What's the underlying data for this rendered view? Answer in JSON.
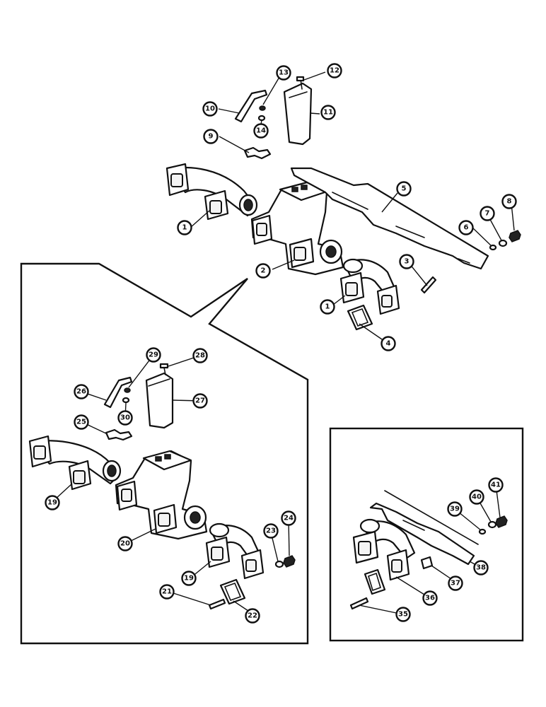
{
  "callouts": [
    {
      "id": "c1a",
      "number": "1"
    },
    {
      "id": "c1b",
      "number": "1"
    },
    {
      "id": "c2",
      "number": "2"
    },
    {
      "id": "c3",
      "number": "3"
    },
    {
      "id": "c4",
      "number": "4"
    },
    {
      "id": "c5",
      "number": "5"
    },
    {
      "id": "c6",
      "number": "6"
    },
    {
      "id": "c7",
      "number": "7"
    },
    {
      "id": "c8",
      "number": "8"
    },
    {
      "id": "c9",
      "number": "9"
    },
    {
      "id": "c10",
      "number": "10"
    },
    {
      "id": "c11",
      "number": "11"
    },
    {
      "id": "c12",
      "number": "12"
    },
    {
      "id": "c13",
      "number": "13"
    },
    {
      "id": "c14",
      "number": "14"
    },
    {
      "id": "c19a",
      "number": "19"
    },
    {
      "id": "c19b",
      "number": "19"
    },
    {
      "id": "c20",
      "number": "20"
    },
    {
      "id": "c21",
      "number": "21"
    },
    {
      "id": "c22",
      "number": "22"
    },
    {
      "id": "c23",
      "number": "23"
    },
    {
      "id": "c24",
      "number": "24"
    },
    {
      "id": "c25",
      "number": "25"
    },
    {
      "id": "c26",
      "number": "26"
    },
    {
      "id": "c27",
      "number": "27"
    },
    {
      "id": "c28",
      "number": "28"
    },
    {
      "id": "c29",
      "number": "29"
    },
    {
      "id": "c30",
      "number": "30"
    },
    {
      "id": "c35",
      "number": "35"
    },
    {
      "id": "c36",
      "number": "36"
    },
    {
      "id": "c37",
      "number": "37"
    },
    {
      "id": "c38",
      "number": "38"
    },
    {
      "id": "c39",
      "number": "39"
    },
    {
      "id": "c40",
      "number": "40"
    },
    {
      "id": "c41",
      "number": "41"
    }
  ]
}
